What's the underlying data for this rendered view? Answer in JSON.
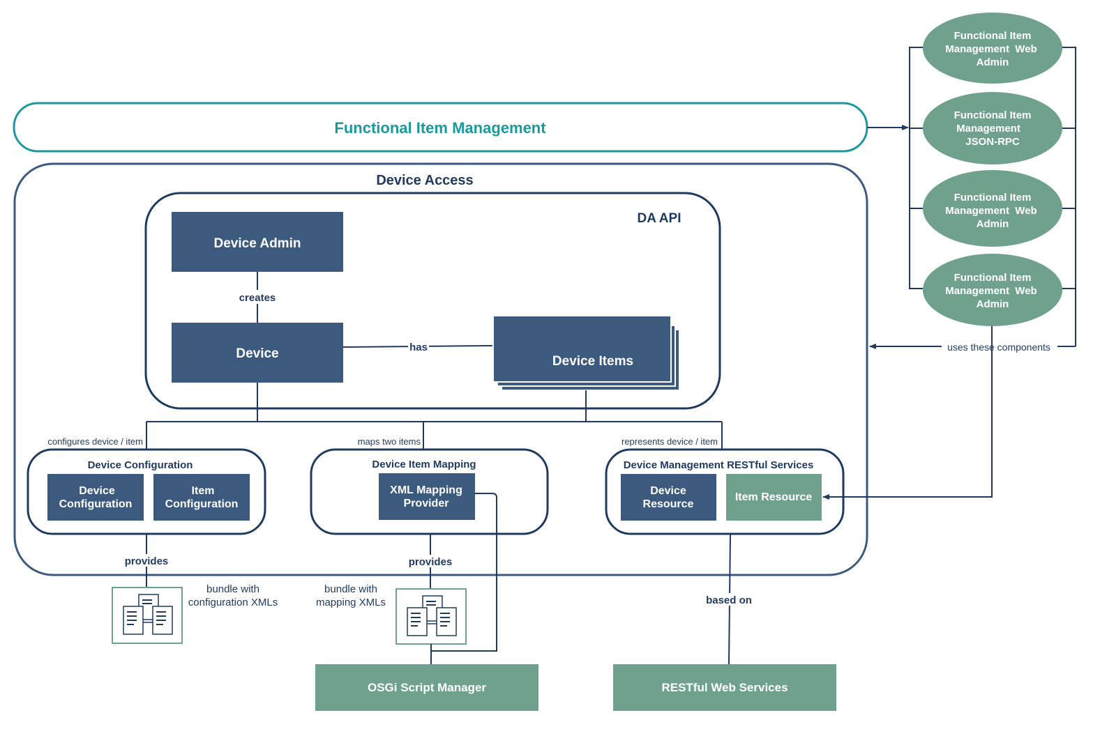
{
  "top_bar": {
    "title": "Functional Item Management"
  },
  "device_access": {
    "title": "Device Access"
  },
  "da_api": {
    "title": "DA API",
    "device_admin": "Device Admin",
    "device": "Device",
    "device_items": "Device Items",
    "creates_label": "creates",
    "has_label": "has"
  },
  "branch_labels": {
    "configures": "configures device / item",
    "maps": "maps two items",
    "represents": "represents device / item"
  },
  "device_configuration": {
    "title": "Device Configuration",
    "box1_lines": [
      "Device",
      "Configuration"
    ],
    "box2_lines": [
      "Item",
      "Configuration"
    ]
  },
  "device_item_mapping": {
    "title": "Device Item Mapping",
    "box_lines": [
      "XML Mapping",
      "Provider"
    ]
  },
  "device_management": {
    "title": "Device Management RESTful Services",
    "box1_lines": [
      "Device",
      "Resource"
    ],
    "box2": "Item Resource"
  },
  "provides_label_1": "provides",
  "provides_label_2": "provides",
  "bundle_config_lines": [
    "bundle with",
    "configuration XMLs"
  ],
  "bundle_mapping_lines": [
    "bundle with",
    "mapping XMLs"
  ],
  "based_on_label": "based on",
  "osgi_script_manager": "OSGi Script Manager",
  "restful_web_services": "RESTful Web Services",
  "consumers": [
    {
      "lines": [
        "Functional Item",
        "Management  Web",
        "Admin"
      ]
    },
    {
      "lines": [
        "Functional Item",
        "Management",
        "JSON-RPC"
      ]
    },
    {
      "lines": [
        "Functional Item",
        "Management  Web",
        "Admin"
      ]
    },
    {
      "lines": [
        "Functional Item",
        "Management  Web",
        "Admin"
      ]
    }
  ],
  "uses_label": "uses these components",
  "colors": {
    "navy": "#1f3a5e",
    "box_dark": "#3b5a7e",
    "box_green": "#6fa18e",
    "teal_title": "#1a9a9a",
    "group_border": "#3b5a7e"
  }
}
